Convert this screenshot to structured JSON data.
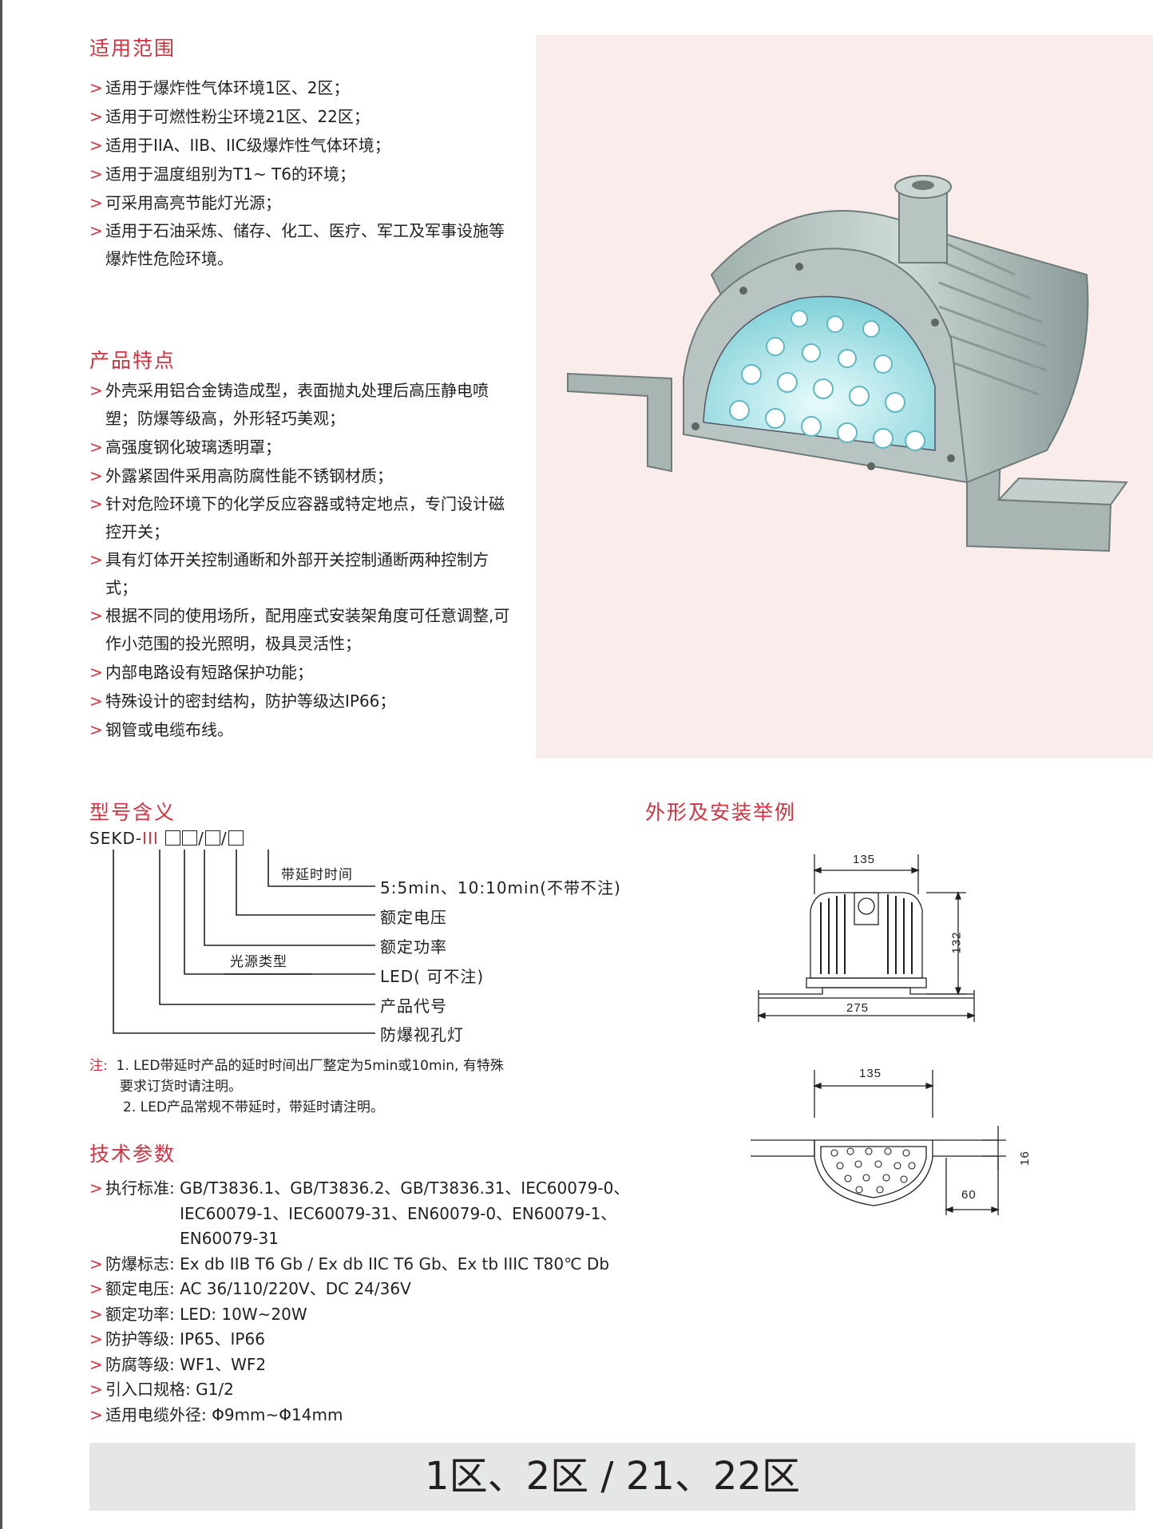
{
  "scope": {
    "title": "适用范围",
    "items": [
      "适用于爆炸性气体环境1区、2区；",
      "适用于可燃性粉尘环境21区、22区；",
      "适用于IIA、IIB、IIC级爆炸性气体环境；",
      "适用于温度组别为T1~ T6的环境；",
      "可采用高亮节能灯光源；",
      "适用于石油采炼、储存、化工、医疗、军工及军事设施等爆炸性危险环境。"
    ]
  },
  "features": {
    "title": "产品特点",
    "items": [
      "外壳采用铝合金铸造成型，表面抛丸处理后高压静电喷塑；防爆等级高，外形轻巧美观；",
      "高强度钢化玻璃透明罩；",
      "外露紧固件采用高防腐性能不锈钢材质；",
      "针对危险环境下的化学反应容器或特定地点，专门设计磁控开关；",
      "具有灯体开关控制通断和外部开关控制通断两种控制方式；",
      "根据不同的使用场所，配用座式安装架角度可任意调整,可作小范围的投光照明，极具灵活性；",
      "内部电路设有短路保护功能；",
      "特殊设计的密封结构，防护等级达IP66；",
      "钢管或电缆布线。"
    ]
  },
  "model": {
    "title": "型号含义",
    "prefix": "SEKD-",
    "roman": "III",
    "sep": "/",
    "labels": {
      "delay_title": "带延时时间",
      "delay_value": "5:5min、10:10min(不带不注)",
      "voltage": "额定电压",
      "power": "额定功率",
      "source_type": "光源类型",
      "led": "LED( 可不注)",
      "code": "产品代号",
      "product": "防爆视孔灯"
    },
    "note_label": "注:",
    "notes": [
      "1. LED带延时产品的延时时间出厂整定为5min或10min, 有特殊",
      "要求订货时请注明。",
      "2. LED产品常规不带延时，带延时请注明。"
    ]
  },
  "drawing": {
    "title": "外形及安装举例",
    "dims": {
      "top_width": "135",
      "height": "132",
      "base_width": "275",
      "bottom_width": "135",
      "bracket_thk": "16",
      "bracket_len": "60"
    }
  },
  "tech": {
    "title": "技术参数",
    "items": [
      {
        "label": "执行标准:",
        "lines": [
          "GB/T3836.1、GB/T3836.2、GB/T3836.31、IEC60079-0、",
          "IEC60079-1、IEC60079-31、EN60079-0、EN60079-1、",
          "EN60079-31"
        ]
      },
      {
        "label": "防爆标志:",
        "lines": [
          "Ex db IIB T6 Gb / Ex db IIC T6 Gb、Ex tb IIIC T80℃ Db"
        ]
      },
      {
        "label": "额定电压:",
        "lines": [
          "AC 36/110/220V、DC 24/36V"
        ]
      },
      {
        "label": "额定功率:",
        "lines": [
          "LED: 10W~20W"
        ]
      },
      {
        "label": "防护等级:",
        "lines": [
          "IP65、IP66"
        ]
      },
      {
        "label": "防腐等级:",
        "lines": [
          "WF1、WF2"
        ]
      },
      {
        "label": "引入口规格:",
        "lines": [
          "G1/2"
        ]
      },
      {
        "label": "适用电缆外径:",
        "lines": [
          "Φ9mm~Φ14mm"
        ]
      }
    ]
  },
  "footer": {
    "zones": "1区、2区 / 21、22区"
  },
  "colors": {
    "accent": "#d1323f",
    "photo_bg": "#fbecec",
    "footer_bg": "#e5e6e8"
  }
}
